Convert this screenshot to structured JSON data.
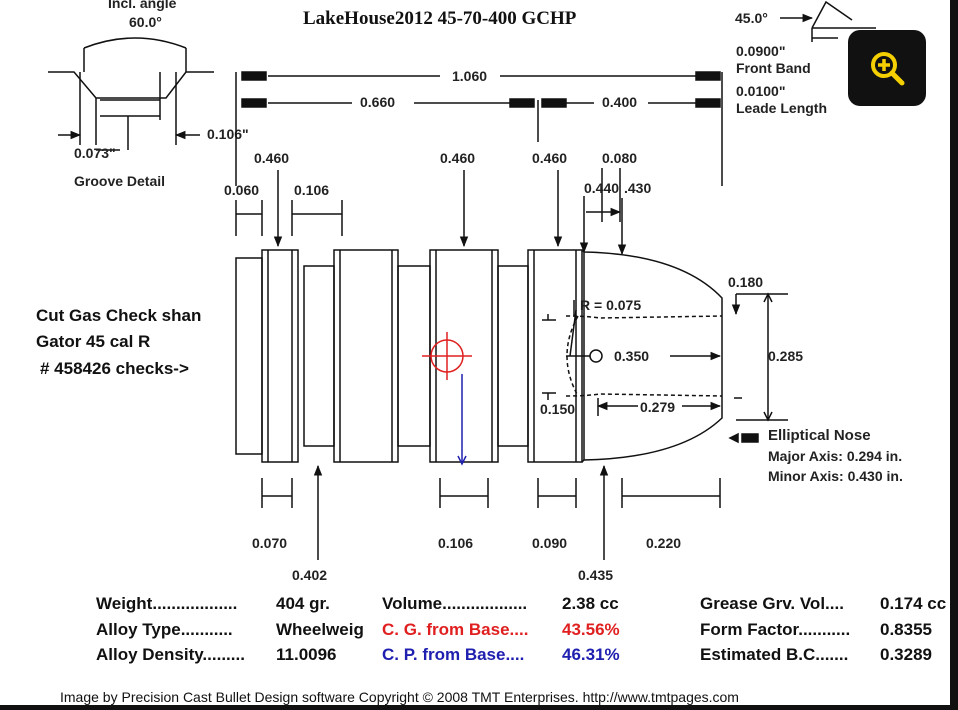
{
  "title": "LakeHouse2012   45-70-400 GCHP",
  "groove": {
    "angle_title": "Incl. angle",
    "angle_value": "60.0°",
    "width_top": "0.106\"",
    "width_bottom": "0.073\"",
    "caption": "Groove Detail"
  },
  "top_right": {
    "angle": "45.0°",
    "front_band": "0.0900\"",
    "front_band_label": "Front Band",
    "leade": "0.0100\"",
    "leade_label": "Leade Length"
  },
  "dims": {
    "overall_length": "1.060",
    "body_length": "0.660",
    "nose_length": "0.400",
    "dia1": "0.460",
    "dia2": "0.460",
    "dia3": "0.460",
    "top_080": "0.080",
    "top_440": "0.440",
    "top_430": ".430",
    "shank": "0.060",
    "groove1": "0.106",
    "r": "R = 0.075",
    "d350": "0.350",
    "d150": "0.150",
    "d279": "0.279",
    "d180": "0.180",
    "d285": "0.285",
    "b070": "0.070",
    "b106": "0.106",
    "b090": "0.090",
    "b220": "0.220",
    "b402": "0.402",
    "b435": "0.435"
  },
  "gas_check": {
    "line1": "Cut Gas Check shan",
    "line2": "Gator 45 cal R",
    "line3": "# 458426 checks->"
  },
  "nose": {
    "title": "Elliptical Nose",
    "major": "Major Axis: 0.294 in.",
    "minor": "Minor Axis: 0.430 in."
  },
  "stats": {
    "weight_label": "Weight..................",
    "weight_value": "404 gr.",
    "alloy_type_label": "Alloy Type...........",
    "alloy_type_value": "Wheelweig",
    "alloy_density_label": "Alloy Density.........",
    "alloy_density_value": "11.0096",
    "volume_label": "Volume..................",
    "volume_value": "2.38 cc",
    "cg_label": "C. G. from Base....",
    "cg_value": "43.56%",
    "cp_label": "C. P. from Base....",
    "cp_value": "46.31%",
    "grease_label": "Grease Grv. Vol....",
    "grease_value": "0.174 cc",
    "form_label": "Form Factor...........",
    "form_value": "0.8355",
    "bc_label": "Estimated B.C.......",
    "bc_value": "0.3289"
  },
  "credit": "Image by Precision Cast Bullet Design software  Copyright © 2008 TMT Enterprises.  http://www.tmtpages.com",
  "colors": {
    "cg": "#e02020",
    "cp": "#2020b0",
    "ink": "#111111"
  },
  "icons": {
    "zoom": "zoom-in-icon"
  }
}
